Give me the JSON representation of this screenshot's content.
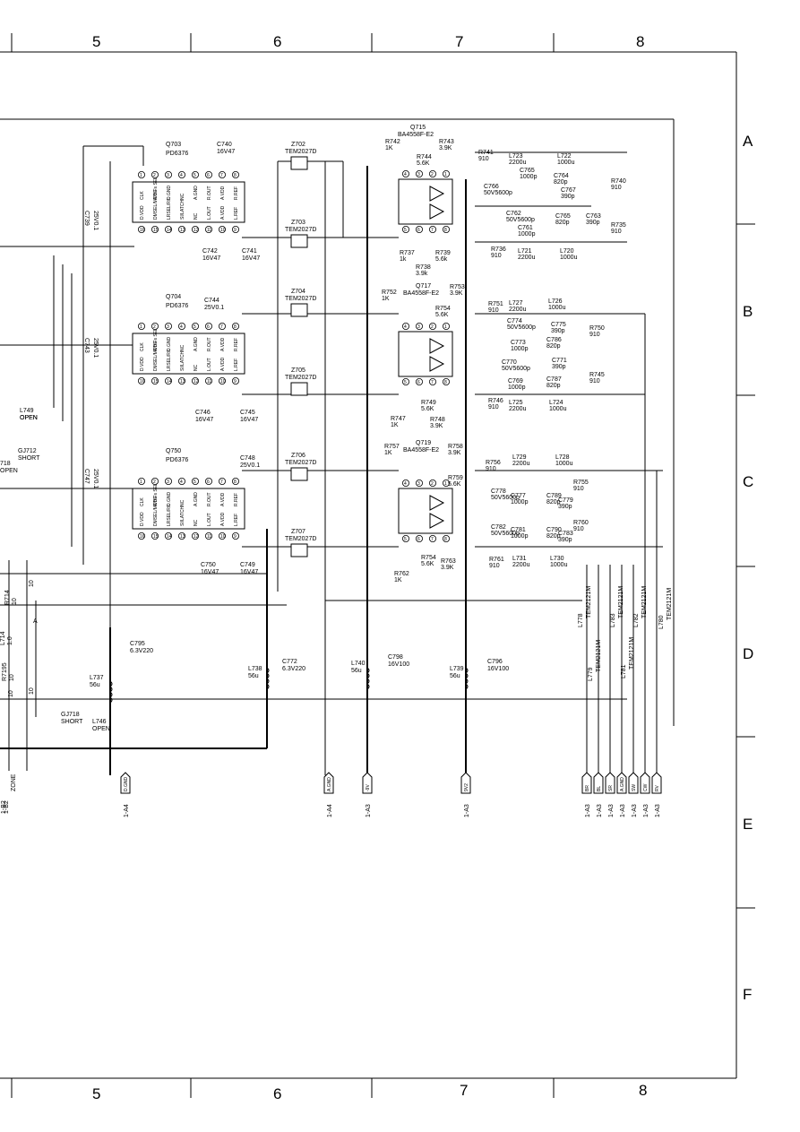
{
  "frame": {
    "columns": [
      "5",
      "6",
      "7",
      "8"
    ],
    "rows": [
      "A",
      "B",
      "C",
      "D",
      "E",
      "F"
    ]
  },
  "ics": [
    {
      "ref": "Q703",
      "part": "PD6376",
      "pins_top": [
        "16",
        "15",
        "14",
        "13",
        "12",
        "11",
        "10",
        "9"
      ],
      "pins_bottom": [
        "1",
        "2",
        "3",
        "4",
        "5",
        "6",
        "7",
        "8"
      ]
    },
    {
      "ref": "Q704",
      "part": "PD6376",
      "pins_top": [
        "16",
        "15",
        "14",
        "13",
        "12",
        "11",
        "10",
        "9"
      ],
      "pins_bottom": [
        "1",
        "2",
        "3",
        "4",
        "5",
        "6",
        "7",
        "8"
      ]
    },
    {
      "ref": "Q750",
      "part": "PD6376",
      "pins_top": [
        "16",
        "15",
        "14",
        "13",
        "12",
        "11",
        "10",
        "9"
      ],
      "pins_bottom": [
        "1",
        "2",
        "3",
        "4",
        "5",
        "6",
        "7",
        "8"
      ]
    }
  ],
  "ic_pin_names": [
    "CLK",
    "A/B Fs SEL",
    "D.GND",
    "NC",
    "A.GND",
    "R.OUT",
    "A.VDD",
    "R.REF",
    "D.VDD",
    "DMSEL/MODE",
    "LRSEL/R/L",
    "SI/LATCH",
    "NC",
    "L.OUT",
    "A.VDD",
    "L.REF"
  ],
  "opamps": [
    {
      "ref": "Q715",
      "part": "BA4558F-E2"
    },
    {
      "ref": "Q717",
      "part": "BA4558F-E2"
    },
    {
      "ref": "Q719",
      "part": "BA4558F-E2"
    }
  ],
  "opamp_pins": [
    "4",
    "3",
    "2",
    "1",
    "5",
    "6",
    "7",
    "8"
  ],
  "ic_caps": [
    {
      "ref": "C740",
      "value": "16V47"
    },
    {
      "ref": "C739",
      "value": "25V0.1"
    },
    {
      "ref": "C742",
      "value": "16V47"
    },
    {
      "ref": "C741",
      "value": "16V47"
    },
    {
      "ref": "C744",
      "value": "25V0.1"
    },
    {
      "ref": "C743",
      "value": "25V0.1"
    },
    {
      "ref": "C746",
      "value": "16V47"
    },
    {
      "ref": "C745",
      "value": "16V47"
    },
    {
      "ref": "C748",
      "value": "25V0.1"
    },
    {
      "ref": "C747",
      "value": "25V0.1"
    },
    {
      "ref": "C750",
      "value": "16V47"
    },
    {
      "ref": "C749",
      "value": "16V47"
    }
  ],
  "filters": [
    {
      "ref": "Z702",
      "part": "TEM2027D"
    },
    {
      "ref": "Z703",
      "part": "TEM2027D"
    },
    {
      "ref": "Z704",
      "part": "TEM2027D"
    },
    {
      "ref": "Z705",
      "part": "TEM2027D"
    },
    {
      "ref": "Z706",
      "part": "TEM2027D"
    },
    {
      "ref": "Z707",
      "part": "TEM2027D"
    }
  ],
  "resistors": [
    {
      "ref": "R742",
      "value": "1K"
    },
    {
      "ref": "R743",
      "value": "3.9K"
    },
    {
      "ref": "R744",
      "value": "5.6K"
    },
    {
      "ref": "R741",
      "value": "910"
    },
    {
      "ref": "R737",
      "value": "1k"
    },
    {
      "ref": "R739",
      "value": "5.6k"
    },
    {
      "ref": "R738",
      "value": "3.9k"
    },
    {
      "ref": "R736",
      "value": "910"
    },
    {
      "ref": "R740",
      "value": "910"
    },
    {
      "ref": "R735",
      "value": "910"
    },
    {
      "ref": "R752",
      "value": "1K"
    },
    {
      "ref": "R753",
      "value": "3.9K"
    },
    {
      "ref": "R754",
      "value": "5.6K"
    },
    {
      "ref": "R751",
      "value": "910"
    },
    {
      "ref": "R747",
      "value": "1K"
    },
    {
      "ref": "R749",
      "value": "5.6K"
    },
    {
      "ref": "R748",
      "value": "3.9K"
    },
    {
      "ref": "R746",
      "value": "910"
    },
    {
      "ref": "R750",
      "value": "910"
    },
    {
      "ref": "R745",
      "value": "910"
    },
    {
      "ref": "R757",
      "value": "1K"
    },
    {
      "ref": "R758",
      "value": "3.9K"
    },
    {
      "ref": "R759",
      "value": "5.6K"
    },
    {
      "ref": "R756",
      "value": "910"
    },
    {
      "ref": "R762",
      "value": "1K"
    },
    {
      "ref": "R754",
      "value": "5.6K"
    },
    {
      "ref": "R763",
      "value": "3.9K"
    },
    {
      "ref": "R761",
      "value": "910"
    },
    {
      "ref": "R755",
      "value": "910"
    },
    {
      "ref": "R760",
      "value": "910"
    }
  ],
  "filter_parts": [
    {
      "ref": "L723",
      "value": "2200u"
    },
    {
      "ref": "L722",
      "value": "1000u"
    },
    {
      "ref": "C765",
      "value": "1000p"
    },
    {
      "ref": "C764",
      "value": "820p"
    },
    {
      "ref": "C766",
      "value": "50V5600p"
    },
    {
      "ref": "C767",
      "value": "390p"
    },
    {
      "ref": "C762",
      "value": "50V5600p"
    },
    {
      "ref": "C761",
      "value": "1000p"
    },
    {
      "ref": "C765",
      "value": "820p"
    },
    {
      "ref": "C763",
      "value": "390p"
    },
    {
      "ref": "L721",
      "value": "2200u"
    },
    {
      "ref": "L720",
      "value": "1000u"
    },
    {
      "ref": "L727",
      "value": "2200u"
    },
    {
      "ref": "L726",
      "value": "1000u"
    },
    {
      "ref": "C774",
      "value": "50V5600p"
    },
    {
      "ref": "C775",
      "value": "390p"
    },
    {
      "ref": "C773",
      "value": "1000p"
    },
    {
      "ref": "C786",
      "value": "820p"
    },
    {
      "ref": "C770",
      "value": "50V5600p"
    },
    {
      "ref": "C771",
      "value": "390p"
    },
    {
      "ref": "C769",
      "value": "1000p"
    },
    {
      "ref": "C787",
      "value": "820p"
    },
    {
      "ref": "L725",
      "value": "2200u"
    },
    {
      "ref": "L724",
      "value": "1000u"
    },
    {
      "ref": "L729",
      "value": "2200u"
    },
    {
      "ref": "L728",
      "value": "1000u"
    },
    {
      "ref": "C778",
      "value": "50V5600p"
    },
    {
      "ref": "C777",
      "value": "1000p"
    },
    {
      "ref": "C789",
      "value": "820p"
    },
    {
      "ref": "C779",
      "value": "390p"
    },
    {
      "ref": "C782",
      "value": "50V5600p"
    },
    {
      "ref": "C781",
      "value": "1000p"
    },
    {
      "ref": "C790",
      "value": "820p"
    },
    {
      "ref": "C783",
      "value": "390p"
    },
    {
      "ref": "L731",
      "value": "2200u"
    },
    {
      "ref": "L730",
      "value": "1000u"
    }
  ],
  "supply": [
    {
      "ref": "C795",
      "value": "6.3V220"
    },
    {
      "ref": "L737",
      "value": "56u"
    },
    {
      "ref": "C772",
      "value": "6.3V220"
    },
    {
      "ref": "L738",
      "value": "56u"
    },
    {
      "ref": "L740",
      "value": "56u"
    },
    {
      "ref": "C798",
      "value": "16V100"
    },
    {
      "ref": "L739",
      "value": "56u"
    },
    {
      "ref": "C796",
      "value": "16V100"
    }
  ],
  "chokes": [
    {
      "ref": "L778",
      "value": "TEM2121M"
    },
    {
      "ref": "L779",
      "value": "TEM2121M"
    },
    {
      "ref": "L783",
      "value": "TEM2121M"
    },
    {
      "ref": "L781",
      "value": "TEM2121M"
    },
    {
      "ref": "L782",
      "value": "TEM2121M"
    },
    {
      "ref": "L780",
      "value": "TEM2121M"
    }
  ],
  "left_parts": [
    {
      "ref": "L749",
      "value": "OPEN"
    },
    {
      "ref": "GJ712",
      "value": "SHORT"
    },
    {
      "ref": "GJ718",
      "value": "SHORT"
    },
    {
      "ref": "L746",
      "value": "OPEN"
    },
    {
      "ref": "R714",
      "value": "10"
    },
    {
      "ref": "L714",
      "value": "1.0"
    },
    {
      "ref": "R7195",
      "value": "10"
    }
  ],
  "left_fragments": [
    "718",
    "OPEN",
    "OPEN",
    "10",
    "10",
    "10",
    "A"
  ],
  "connectors": [
    {
      "net": "D.GND",
      "ref": "1-A4"
    },
    {
      "net": "A.GND",
      "ref": "1-A4"
    },
    {
      "net": "-9V",
      "ref": "1-A3"
    },
    {
      "net": "9V2",
      "ref": "1-A3"
    },
    {
      "net": "BR",
      "ref": "1-A3"
    },
    {
      "net": "BL",
      "ref": "1-A3"
    },
    {
      "net": "SR",
      "ref": "1-A3"
    },
    {
      "net": "A.GND",
      "ref": "1-A3"
    },
    {
      "net": "SW",
      "ref": "1-A3"
    },
    {
      "net": "CW",
      "ref": "1-A3"
    },
    {
      "net": "RV",
      "ref": "1-A3"
    }
  ],
  "left_connectors": [
    "ZONE",
    "1-B2",
    "1-B2"
  ]
}
